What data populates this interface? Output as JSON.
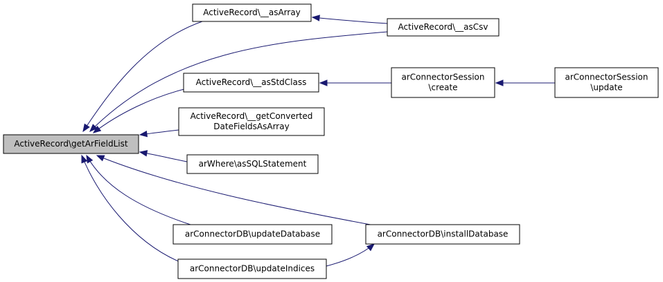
{
  "colors": {
    "edge": "#191970",
    "focus_fill": "#bfbfbf",
    "node_fill": "#ffffff",
    "node_border": "#000000"
  },
  "nodes": {
    "getArFieldList": {
      "lines": [
        "ActiveRecord\\getArFieldList"
      ],
      "focus": true
    },
    "asArray": {
      "lines": [
        "ActiveRecord\\__asArray"
      ]
    },
    "asCsv": {
      "lines": [
        "ActiveRecord\\__asCsv"
      ]
    },
    "asStdClass": {
      "lines": [
        "ActiveRecord\\__asStdClass"
      ]
    },
    "getConverted": {
      "lines": [
        "ActiveRecord\\__getConverted",
        "DateFieldsAsArray"
      ]
    },
    "asSQLStatement": {
      "lines": [
        "arWhere\\asSQLStatement"
      ]
    },
    "sessionCreate": {
      "lines": [
        "arConnectorSession",
        "\\create"
      ]
    },
    "sessionUpdate": {
      "lines": [
        "arConnectorSession",
        "\\update"
      ]
    },
    "updateDatabase": {
      "lines": [
        "arConnectorDB\\updateDatabase"
      ]
    },
    "installDatabase": {
      "lines": [
        "arConnectorDB\\installDatabase"
      ]
    },
    "updateIndices": {
      "lines": [
        "arConnectorDB\\updateIndices"
      ]
    }
  },
  "edges": [
    {
      "from": "asArray",
      "to": "getArFieldList"
    },
    {
      "from": "asCsv",
      "to": "getArFieldList"
    },
    {
      "from": "asStdClass",
      "to": "getArFieldList"
    },
    {
      "from": "getConverted",
      "to": "getArFieldList"
    },
    {
      "from": "asSQLStatement",
      "to": "getArFieldList"
    },
    {
      "from": "installDatabase",
      "to": "getArFieldList"
    },
    {
      "from": "updateDatabase",
      "to": "getArFieldList"
    },
    {
      "from": "updateIndices",
      "to": "getArFieldList"
    },
    {
      "from": "asCsv",
      "to": "asArray"
    },
    {
      "from": "sessionCreate",
      "to": "asStdClass"
    },
    {
      "from": "sessionUpdate",
      "to": "sessionCreate"
    },
    {
      "from": "updateIndices",
      "to": "installDatabase"
    }
  ]
}
